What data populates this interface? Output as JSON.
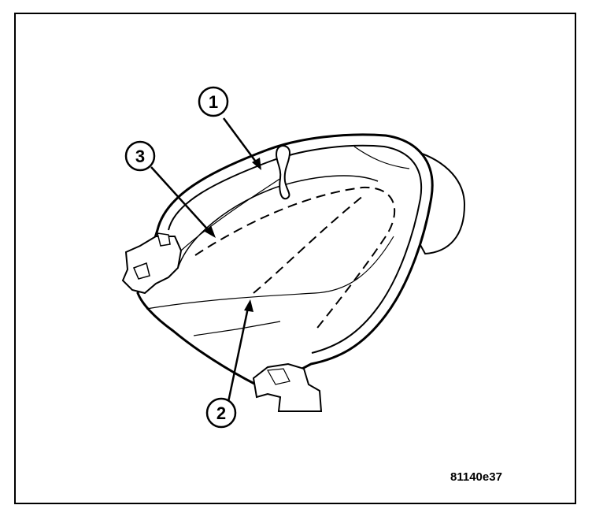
{
  "figure": {
    "id_label": "81140e37"
  },
  "callouts": [
    {
      "key": "c1",
      "number": "1"
    },
    {
      "key": "c2",
      "number": "2"
    },
    {
      "key": "c3",
      "number": "3"
    }
  ]
}
